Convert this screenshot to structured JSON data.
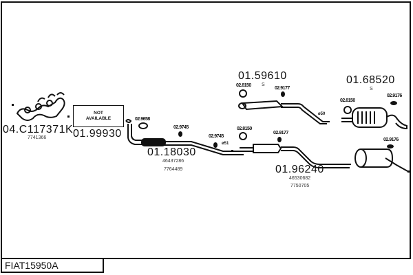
{
  "diagram": {
    "code": "FIAT15950A",
    "not_available_line1": "NOT",
    "not_available_line2": "AVAILABLE",
    "parts": [
      {
        "number": "04.C117371K",
        "refs": [
          "7741366"
        ]
      },
      {
        "number": "01.99930",
        "refs": []
      },
      {
        "number": "01.18030",
        "refs": [
          "46437286",
          "7764489"
        ]
      },
      {
        "number": "01.59610",
        "refs": [],
        "suffix": "S"
      },
      {
        "number": "01.68520",
        "refs": [],
        "suffix": "S"
      },
      {
        "number": "01.96240",
        "refs": [
          "46530682",
          "7750705"
        ]
      }
    ],
    "fittings": {
      "f1": "02.9658",
      "f2": "02.9745",
      "f3": "02.9745",
      "f4": "02.8150",
      "f5": "02.9177",
      "f6": "02.8150",
      "f7": "02.9177",
      "f8": "02.8150",
      "f9": "02.9176",
      "f10": "02.9176"
    },
    "diameters": {
      "d1": "ø51",
      "d2": "ø50"
    }
  }
}
